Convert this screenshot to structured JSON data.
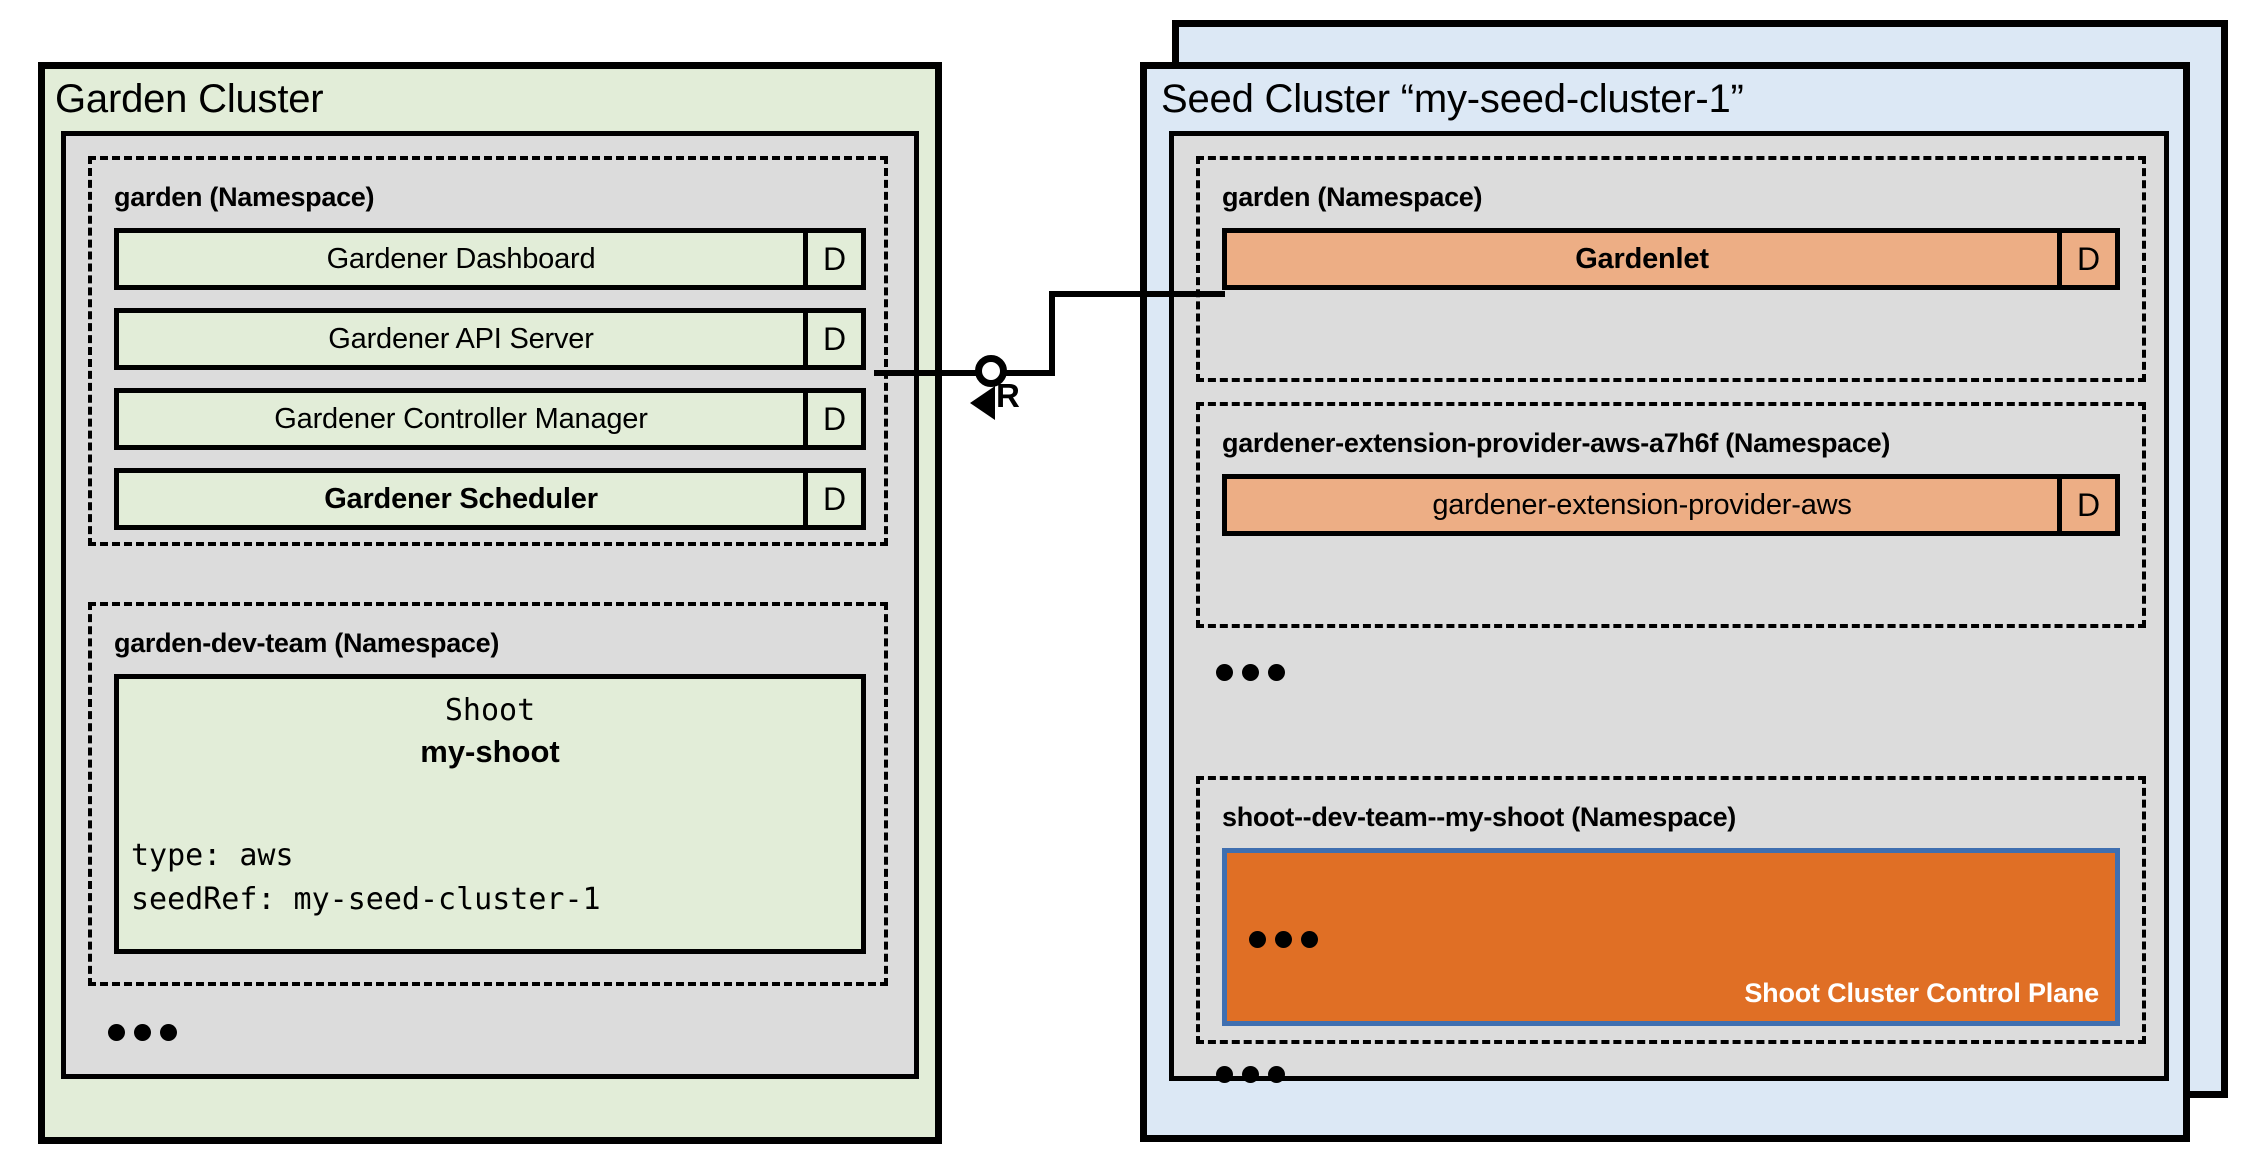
{
  "diagram": {
    "title": "Gardener Garden Cluster and Seed Cluster architecture",
    "colors": {
      "garden_green": "#E2EDD8",
      "seed_blue": "#DCE8F5",
      "namespace_gray": "#DCDCDC",
      "component_orange": "#EDAE85",
      "control_plane_orange": "#E06F25",
      "control_plane_border_blue": "#3F6FB0",
      "outline_black": "#000000"
    }
  },
  "garden_cluster": {
    "title": "Garden Cluster",
    "namespaces": [
      {
        "name": "garden (Namespace)",
        "components": [
          {
            "label": "Gardener Dashboard",
            "badge": "D",
            "bold": false
          },
          {
            "label": "Gardener API Server",
            "badge": "D",
            "bold": false
          },
          {
            "label": "Gardener Controller Manager",
            "badge": "D",
            "bold": false
          },
          {
            "label": "Gardener Scheduler",
            "badge": "D",
            "bold": true
          }
        ]
      },
      {
        "name": "garden-dev-team (Namespace)",
        "resource": {
          "kind": "Shoot",
          "name": "my-shoot",
          "spec_lines": [
            "type: aws",
            "seedRef: my-seed-cluster-1"
          ]
        }
      }
    ],
    "more_indicator": "..."
  },
  "seed_cluster": {
    "title": "Seed Cluster “my-seed-cluster-1”",
    "namespaces": [
      {
        "name": "garden (Namespace)",
        "components": [
          {
            "label": "Gardenlet",
            "badge": "D",
            "bold": true
          }
        ]
      },
      {
        "name": "gardener-extension-provider-aws-a7h6f (Namespace)",
        "components": [
          {
            "label": "gardener-extension-provider-aws",
            "badge": "D",
            "bold": false
          }
        ]
      },
      {
        "name": "shoot--dev-team--my-shoot (Namespace)",
        "control_plane": {
          "label": "Shoot Cluster Control Plane",
          "more_indicator": "..."
        }
      }
    ],
    "more_indicator_middle": "...",
    "more_indicator_bottom": "..."
  },
  "connector": {
    "label": "R",
    "from": "Gardener API Server",
    "to": "Gardenlet",
    "socket_type": "required-interface-socket"
  }
}
